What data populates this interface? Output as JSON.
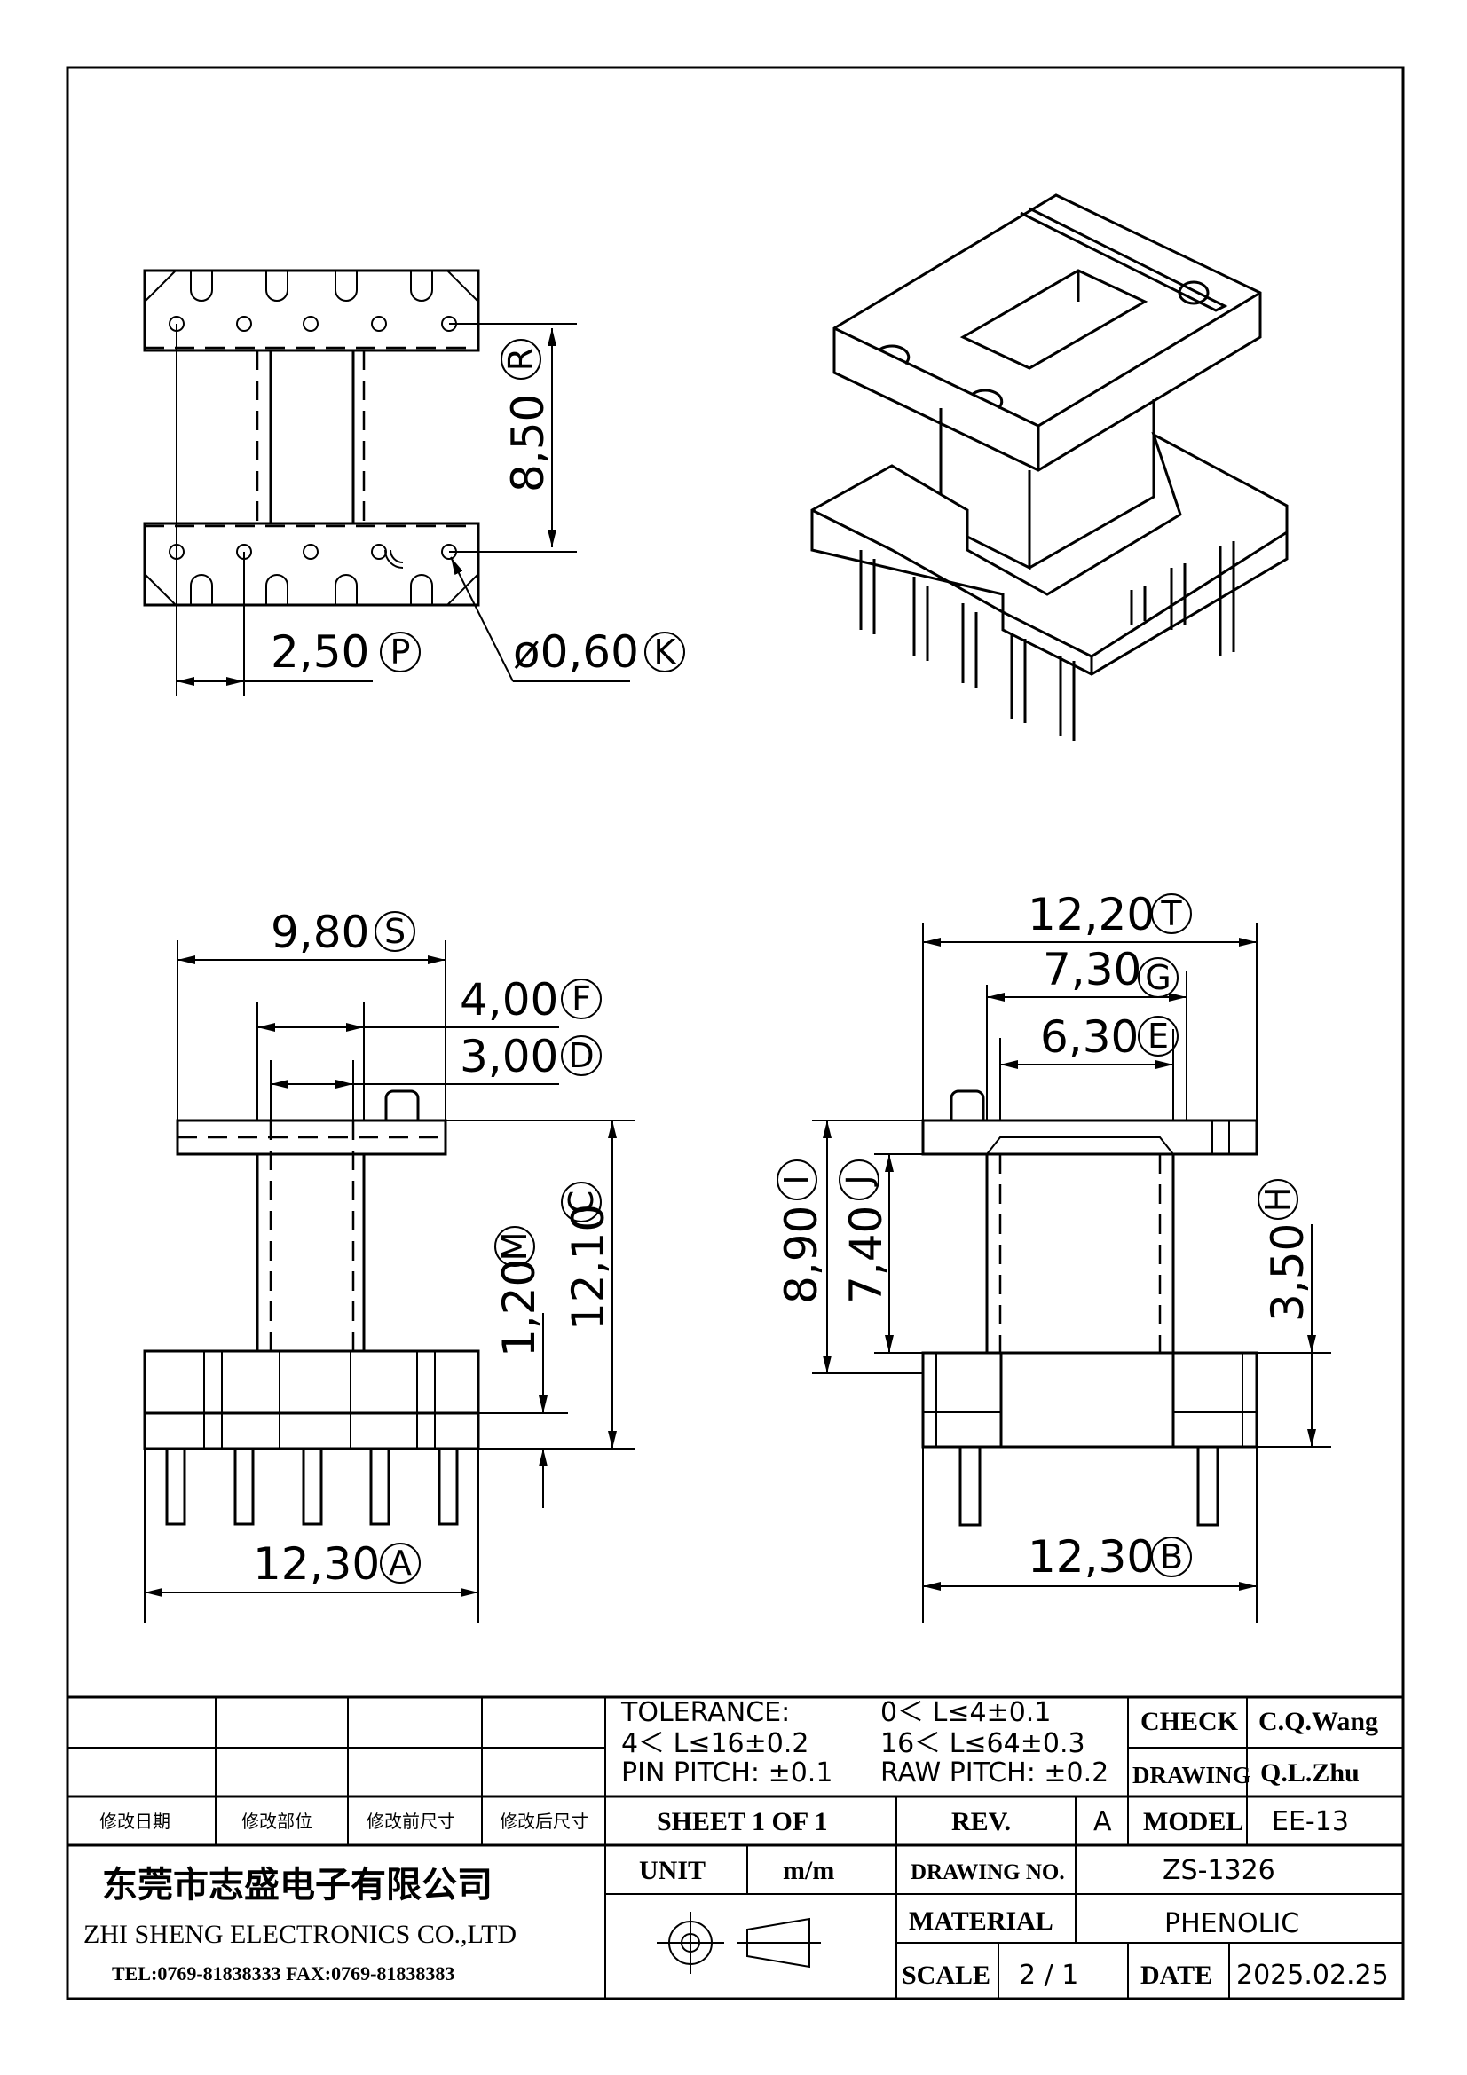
{
  "dimensions": {
    "top_view": [
      {
        "value": "8,50",
        "tag": "R"
      },
      {
        "value": "2,50",
        "tag": "P"
      },
      {
        "value": "ø0,60",
        "tag": "K"
      }
    ],
    "front_view": [
      {
        "value": "9,80",
        "tag": "S"
      },
      {
        "value": "4,00",
        "tag": "F"
      },
      {
        "value": "3,00",
        "tag": "D"
      },
      {
        "value": "12,10",
        "tag": "C"
      },
      {
        "value": "1,20",
        "tag": "M"
      },
      {
        "value": "12,30",
        "tag": "A"
      }
    ],
    "side_view": [
      {
        "value": "12,20",
        "tag": "T"
      },
      {
        "value": "7,30",
        "tag": "G"
      },
      {
        "value": "6,30",
        "tag": "E"
      },
      {
        "value": "8,90",
        "tag": "I"
      },
      {
        "value": "7,40",
        "tag": "J"
      },
      {
        "value": "3,50",
        "tag": "H"
      },
      {
        "value": "12,30",
        "tag": "B"
      }
    ]
  },
  "title_block": {
    "tolerance_label": "TOLERANCE:",
    "tol_1": "0＜ L≤4±0.1",
    "tol_2": "4＜ L≤16±0.2",
    "tol_3": "16＜ L≤64±0.3",
    "pin_pitch": "PIN PITCH: ±0.1",
    "raw_pitch": "RAW PITCH: ±0.2",
    "check_label": "CHECK",
    "check_value": "C.Q.Wang",
    "drawing_label": "DRAWING",
    "drawing_value": "Q.L.Zhu",
    "rev_headers": [
      "修改日期",
      "修改部位",
      "修改前尺寸",
      "修改后尺寸"
    ],
    "sheet": "SHEET 1 OF 1",
    "rev_label": "REV.",
    "rev_value": "A",
    "model_label": "MODEL",
    "model_value": "EE-13",
    "company_cn": "东莞市志盛电子有限公司",
    "company_en": "ZHI SHENG ELECTRONICS CO.,LTD",
    "contact": "TEL:0769-81838333 FAX:0769-81838383",
    "unit_label": "UNIT",
    "unit_value": "m/m",
    "drawing_no_label": "DRAWING NO.",
    "drawing_no_value": "ZS-1326",
    "material_label": "MATERIAL",
    "material_value": "PHENOLIC",
    "scale_label": "SCALE",
    "scale_value": "2 / 1",
    "date_label": "DATE",
    "date_value": "2025.02.25"
  }
}
